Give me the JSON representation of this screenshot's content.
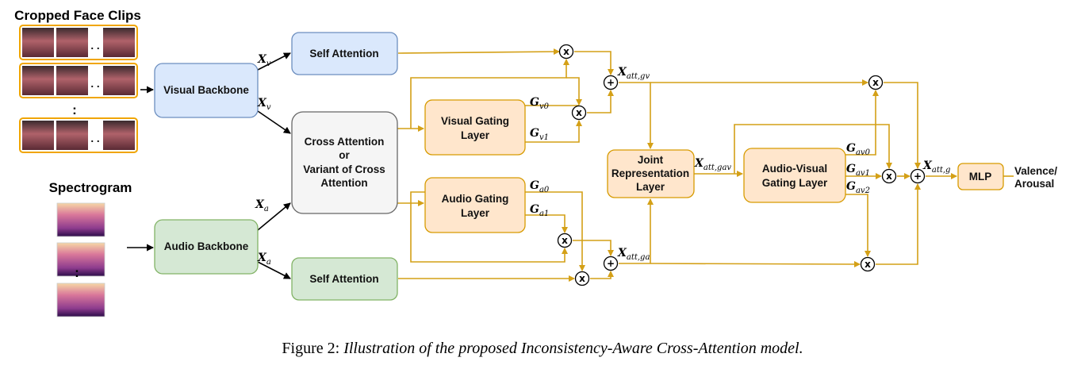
{
  "colors": {
    "arrow": "#d4a017",
    "black_arrow": "#000000",
    "blue_fill": "#dae8fc",
    "blue_stroke": "#6c8ebf",
    "green_fill": "#d5e8d4",
    "green_stroke": "#82b366",
    "orange_fill": "#ffe6cc",
    "orange_stroke": "#d79b00",
    "gray_fill": "#f5f5f5",
    "gray_stroke": "#666666",
    "frame": "#f0a500"
  },
  "labels": {
    "cropped_face_clips": "Cropped Face Clips",
    "spectrogram": "Spectrogram",
    "visual_backbone": "Visual Backbone",
    "audio_backbone": "Audio Backbone",
    "self_attention": "Self Attention",
    "cross_attention": [
      "Cross Attention",
      "or",
      "Variant of Cross",
      "Attention"
    ],
    "visual_gating": [
      "Visual Gating",
      "Layer"
    ],
    "audio_gating": [
      "Audio Gating",
      "Layer"
    ],
    "joint_rep": [
      "Joint",
      "Representation",
      "Layer"
    ],
    "av_gating": [
      "Audio-Visual",
      "Gating Layer"
    ],
    "mlp": "MLP",
    "output": [
      "Valence/",
      "Arousal"
    ],
    "ellipsis_h": ". .",
    "ellipsis_v": ":"
  },
  "math": {
    "Xv": {
      "base": "X",
      "sub": "v"
    },
    "Xa": {
      "base": "X",
      "sub": "a"
    },
    "Gv0": {
      "base": "G",
      "sub": "v0"
    },
    "Gv1": {
      "base": "G",
      "sub": "v1"
    },
    "Ga0": {
      "base": "G",
      "sub": "a0"
    },
    "Ga1": {
      "base": "G",
      "sub": "a1"
    },
    "Gav0": {
      "base": "G",
      "sub": "av0"
    },
    "Gav1": {
      "base": "G",
      "sub": "av1"
    },
    "Gav2": {
      "base": "G",
      "sub": "av2"
    },
    "Xattgv": {
      "base": "X",
      "sub": "att,gv"
    },
    "Xattga": {
      "base": "X",
      "sub": "att,ga"
    },
    "Xattgav": {
      "base": "X",
      "sub": "att,gav"
    },
    "Xattg": {
      "base": "X",
      "sub": "att,g"
    }
  },
  "operators": {
    "multiply": "x",
    "add": "+"
  },
  "caption": {
    "prefix": "Figure 2:",
    "text": "Illustration of the proposed Inconsistency-Aware Cross-Attention model."
  }
}
